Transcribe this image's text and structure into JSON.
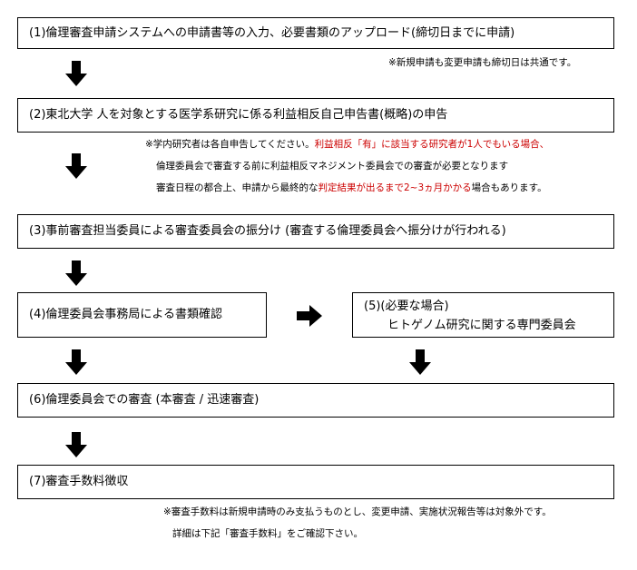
{
  "steps": {
    "s1": "(1)倫理審査申請システムへの申請書等の入力、必要書類のアップロード(締切日までに申請)",
    "s2": "(2)東北大学 人を対象とする医学系研究に係る利益相反自己申告書(概略)の申告",
    "s3": "(3)事前審査担当委員による審査委員会の振分け (審査する倫理委員会へ振分けが行われる)",
    "s4": "(4)倫理委員会事務局による書類確認",
    "s5_line1": "(5)(必要な場合)",
    "s5_line2": "ヒトゲノム研究に関する専門委員会",
    "s6": "(6)倫理委員会での審査 (本審査 / 迅速審査)",
    "s7": "(7)審査手数料徴収"
  },
  "notes": {
    "n1": "※新規申請も変更申請も締切日は共通です。",
    "n2_a": "※学内研究者は各自申告してください。",
    "n2_b": "利益相反「有」に該当する研究者が1人でもいる場合、",
    "n2_c": "倫理委員会で審査する前に利益相反マネジメント委員会での審査が必要となります",
    "n2_d": "審査日程の都合上、申請から最終的な",
    "n2_e": "判定結果が出るまで2~3ヵ月かかる",
    "n2_f": "場合もあります。",
    "n3_a": "※審査手数料は新規申請時のみ支払うものとし、変更申請、実施状況報告等は対象外です。",
    "n3_b": "詳細は下記「審査手数料」をご確認下さい。"
  },
  "colors": {
    "highlight": "#cc0000",
    "arrow": "#000000"
  }
}
